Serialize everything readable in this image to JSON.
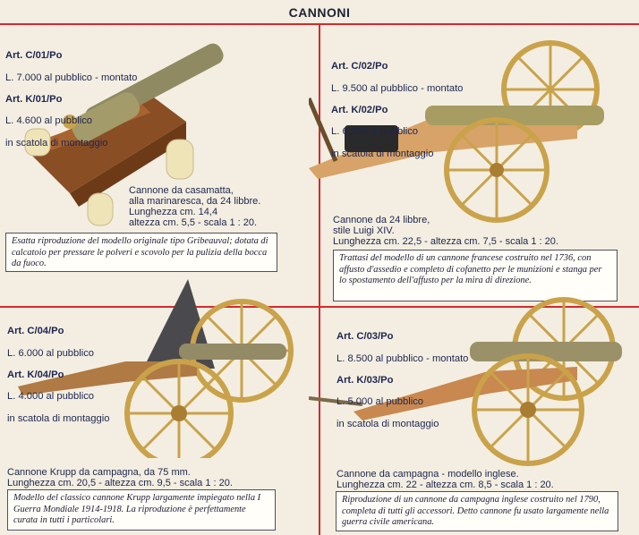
{
  "header": {
    "title": "CANNONI"
  },
  "items": [
    {
      "art_lines": [
        "Art. C/01/Po",
        "L. 7.000 al pubblico - montato",
        "Art. K/01/Po",
        "L. 4.600 al pubblico",
        "in scatola di montaggio"
      ],
      "description": "Cannone da casamatta,\nalla marinaresca, da 24 libbre.\nLunghezza cm. 14,4\naltezza cm. 5,5 - scala 1 : 20.",
      "note": "Esatta riproduzione del modello originale tipo Gribeauval; dotata di calcatoio per pressare le polveri e scovolo per la pulizia della bocca da fuoco."
    },
    {
      "art_lines": [
        "Art. C/02/Po",
        "L. 9.500 al pubblico - montato",
        "Art. K/02/Po",
        "L. 6.200 al pubblico",
        "in scatola di montaggio"
      ],
      "description": "Cannone da 24 libbre,\nstile Luigi XIV.\nLunghezza cm. 22,5 - altezza cm. 7,5 - scala 1 : 20.",
      "note": "Trattasi del modello di un cannone francese costruito nel 1736, con affusto d'assedio e completo di cofanetto per le munizioni e stanga per lo spostamento dell'affusto per la mira di direzione."
    },
    {
      "art_lines": [
        "Art. C/04/Po",
        "L. 6.000 al pubblico",
        "Art. K/04/Po",
        "L. 4.000 al pubblico",
        "in scatola di montaggio"
      ],
      "description": "Cannone Krupp da campagna, da 75 mm.\nLunghezza cm. 20,5 - altezza cm. 9,5 - scala 1 : 20.",
      "note": "Modello del classico cannone Krupp largamente impiegato nella I Guerra Mondiale 1914-1918. La riproduzione è perfettamente curata in tutti i particolari."
    },
    {
      "art_lines": [
        "Art. C/03/Po",
        "L. 8.500 al pubblico - montato",
        "Art. K/03/Po",
        "L. 5.000 al pubblico",
        "in scatola di montaggio"
      ],
      "description": "Cannone da campagna - modello inglese.\nLunghezza cm. 22 - altezza cm. 8,5 - scala 1 : 20.",
      "note": "Riproduzione di un cannone da campagna inglese costruito nel 1790, completa di tutti gli accessori. Detto cannone fu usato largamente nella guerra civile americana."
    }
  ],
  "colors": {
    "rule": "#d8282f",
    "wood": "#9a5a2c",
    "brass": "#c9a24a",
    "barrel": "#8c8460"
  }
}
